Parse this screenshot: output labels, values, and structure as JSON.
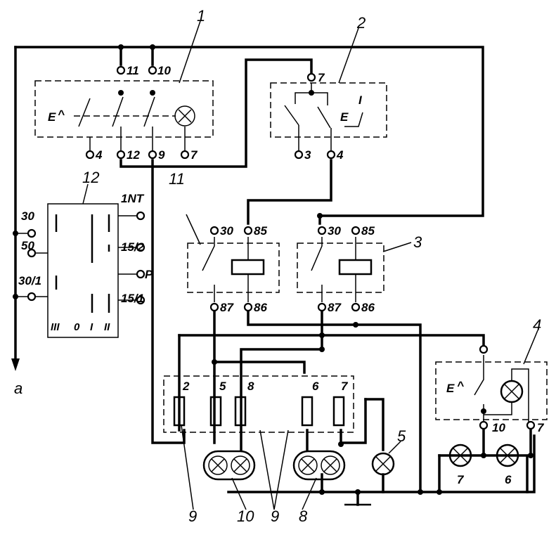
{
  "callouts": {
    "n1": "1",
    "n2": "2",
    "n3": "3",
    "n4": "4",
    "n5": "5",
    "n9a": "9",
    "n10": "10",
    "n9b": "9",
    "n8": "8",
    "n11": "11",
    "n12": "12",
    "a": "a"
  },
  "switch1": {
    "t11": "11",
    "t10": "10",
    "t4": "4",
    "t12": "12",
    "t9": "9",
    "t7": "7",
    "mark": "E"
  },
  "switch2": {
    "t7": "7",
    "t3": "3",
    "t4": "4",
    "mark": "E",
    "num": "I"
  },
  "relay11": {
    "t30": "30",
    "t85": "85",
    "t87": "87",
    "t86": "86"
  },
  "relay3": {
    "t30": "30",
    "t85": "85",
    "t87": "87",
    "t86": "86"
  },
  "ignition": {
    "t30": "30",
    "t50": "50",
    "t301": "30/1",
    "t1nt": "1NT",
    "t152": "15/2",
    "tp": "P",
    "t151": "15/1",
    "pos3": "III",
    "pos0": "0",
    "pos1": "I",
    "pos2": "II"
  },
  "fuses": {
    "f2": "2",
    "f5": "5",
    "f8": "8",
    "f6": "6",
    "f7": "7"
  },
  "switch4": {
    "t10": "10",
    "t7": "7",
    "mark": "E"
  },
  "lamps": {
    "l7": "7",
    "l6": "6"
  }
}
